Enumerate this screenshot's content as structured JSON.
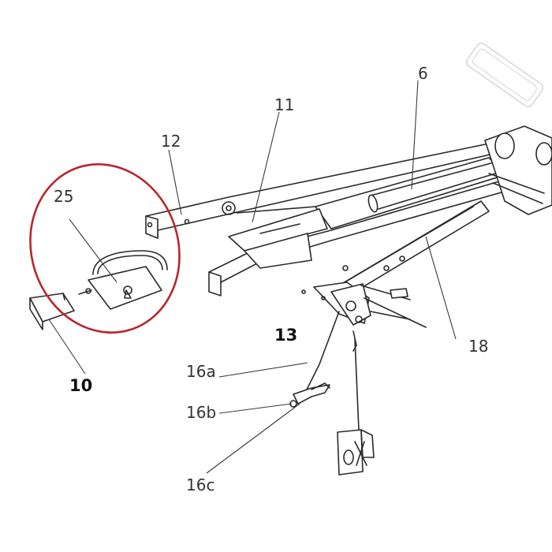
{
  "callouts": {
    "c6": "6",
    "c11": "11",
    "c12": "12",
    "c25": "25",
    "c13": "13",
    "c10": "10",
    "c18": "18",
    "c16a": "16a",
    "c16b": "16b",
    "c16c": "16c"
  },
  "colors": {
    "line": "#2a2a2a",
    "highlight": "#b8262b",
    "background": "#ffffff"
  },
  "icons": [
    "watermark-logo"
  ]
}
